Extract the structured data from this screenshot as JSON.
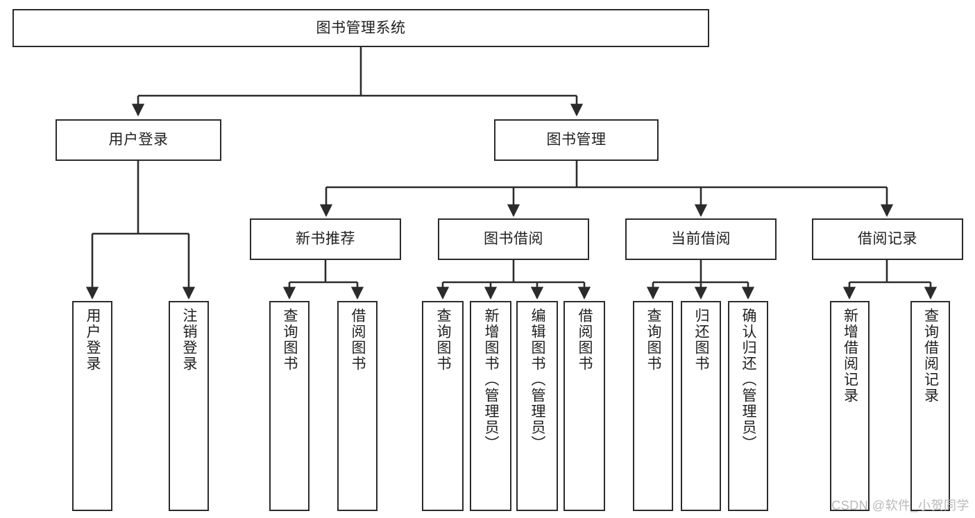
{
  "diagram": {
    "type": "tree",
    "title": "图书管理系统",
    "root": {
      "label": "图书管理系统"
    },
    "level2": [
      {
        "label": "用户登录"
      },
      {
        "label": "图书管理"
      }
    ],
    "level3": [
      {
        "label": "新书推荐",
        "parent": "图书管理"
      },
      {
        "label": "图书借阅",
        "parent": "图书管理"
      },
      {
        "label": "当前借阅",
        "parent": "图书管理"
      },
      {
        "label": "借阅记录",
        "parent": "图书管理"
      }
    ],
    "leaves": {
      "user_login": [
        {
          "label": "用户登录"
        },
        {
          "label": "注销登录"
        }
      ],
      "new_book_recommend": [
        {
          "label": "查询图书"
        },
        {
          "label": "借阅图书"
        }
      ],
      "book_borrow": [
        {
          "label": "查询图书"
        },
        {
          "label": "新增图书（管理员）"
        },
        {
          "label": "编辑图书（管理员）"
        },
        {
          "label": "借阅图书"
        }
      ],
      "current_borrow": [
        {
          "label": "查询图书"
        },
        {
          "label": "归还图书"
        },
        {
          "label": "确认归还（管理员）"
        }
      ],
      "borrow_record": [
        {
          "label": "新增借阅记录"
        },
        {
          "label": "查询借阅记录"
        }
      ]
    }
  },
  "watermark": {
    "text": "CSDN @软件_小贺同学"
  },
  "colors": {
    "stroke": "#2b2b2b",
    "background": "#ffffff",
    "text": "#1f1f1f",
    "watermark": "#b9b9b9"
  }
}
